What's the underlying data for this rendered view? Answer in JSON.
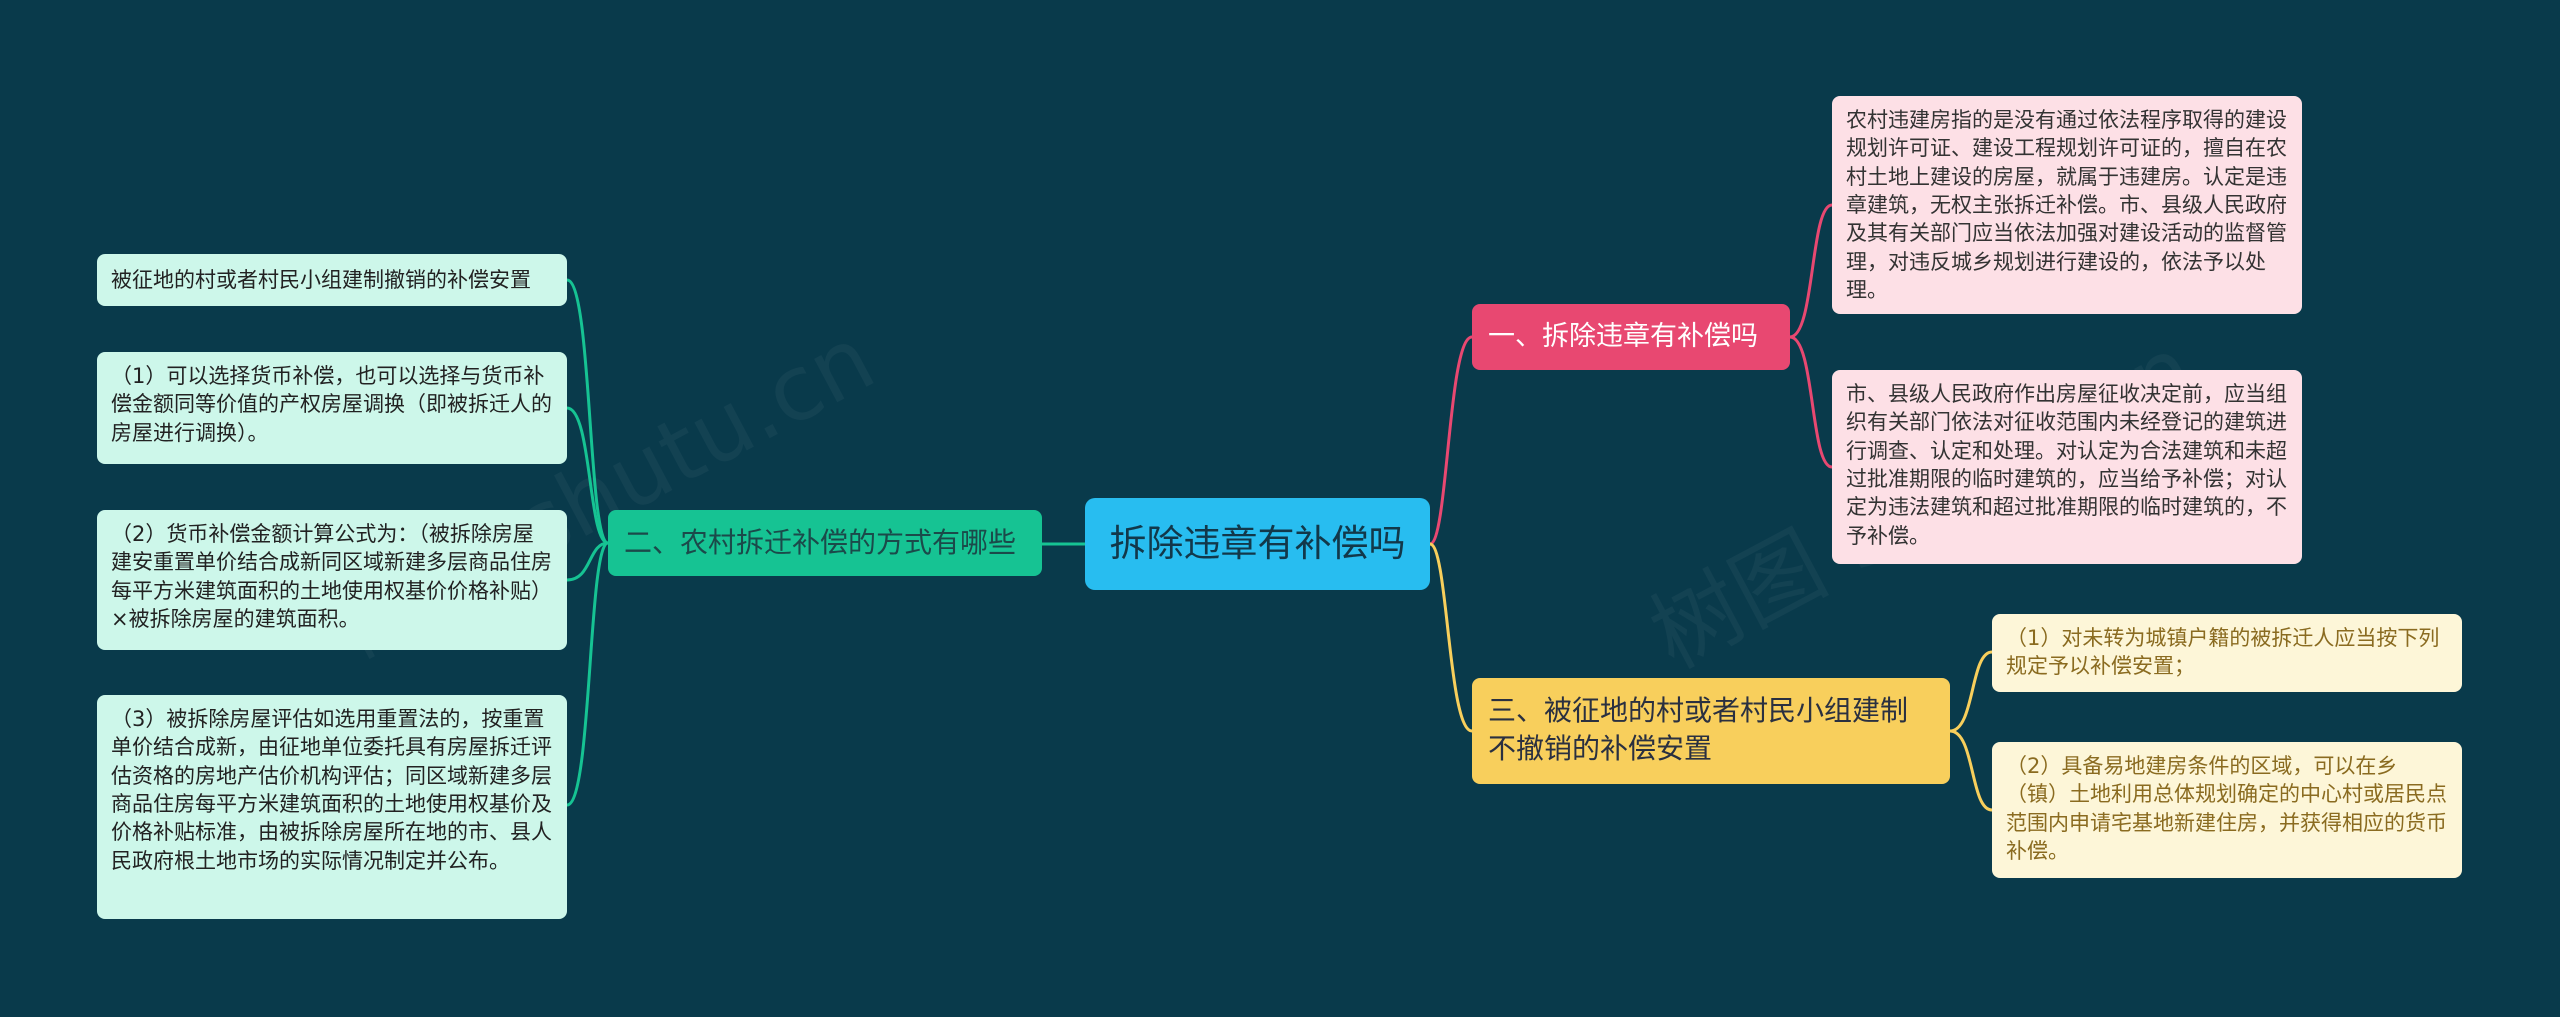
{
  "root": {
    "label": "拆除违章有补偿吗"
  },
  "branches": {
    "b1": {
      "label": "一、拆除违章有补偿吗",
      "color": "#e84871",
      "leaves": [
        "农村违建房指的是没有通过依法程序取得的建设规划许可证、建设工程规划许可证的，擅自在农村土地上建设的房屋，就属于违建房。认定是违章建筑，无权主张拆迁补偿。市、县级人民政府及其有关部门应当依法加强对建设活动的监督管理，对违反城乡规划进行建设的，依法予以处理。",
        "市、县级人民政府作出房屋征收决定前，应当组织有关部门依法对征收范围内未经登记的建筑进行调查、认定和处理。对认定为合法建筑和未超过批准期限的临时建筑的，应当给予补偿；对认定为违法建筑和超过批准期限的临时建筑的，不予补偿。"
      ]
    },
    "b2": {
      "label": "二、农村拆迁补偿的方式有哪些",
      "color": "#16c393",
      "leaves": [
        "被征地的村或者村民小组建制撤销的补偿安置",
        "（1）可以选择货币补偿，也可以选择与货币补偿金额同等价值的产权房屋调换（即被拆迁人的房屋进行调换）。",
        "（2）货币补偿金额计算公式为：（被拆除房屋建安重置单价结合成新同区域新建多层商品住房每平方米建筑面积的土地使用权基价价格补贴）×被拆除房屋的建筑面积。",
        "（3）被拆除房屋评估如选用重置法的，按重置单价结合成新，由征地单位委托具有房屋拆迁评估资格的房地产估价机构评估；同区域新建多层商品住房每平方米建筑面积的土地使用权基价及价格补贴标准，由被拆除房屋所在地的市、县人民政府根土地市场的实际情况制定并公布。"
      ]
    },
    "b3": {
      "label": "三、被征地的村或者村民小组建制不撤销的补偿安置",
      "color": "#f8cf5c",
      "leaves": [
        "（1）对未转为城镇户籍的被拆迁人应当按下列规定予以补偿安置；",
        "（2）具备易地建房条件的区域，可以在乡（镇）土地利用总体规划确定的中心村或居民点范围内申请宅基地新建住房，并获得相应的货币补偿。"
      ]
    }
  },
  "colors": {
    "background": "#093a4b",
    "root": "#28bdf0",
    "root_link": "#28bdf0"
  }
}
